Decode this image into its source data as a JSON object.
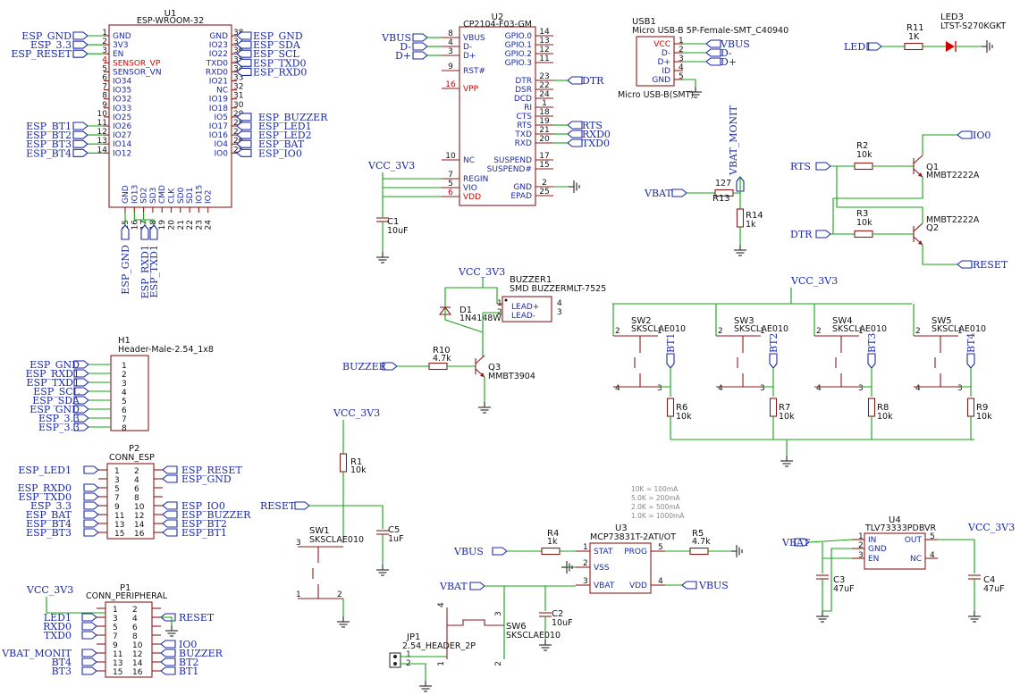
{
  "u1": {
    "ref": "U1",
    "name": "ESP-WROOM-32",
    "left_pins": [
      [
        "1",
        "GND"
      ],
      [
        "2",
        "3V3"
      ],
      [
        "3",
        "EN"
      ],
      [
        "4",
        "SENSOR_VP"
      ],
      [
        "5",
        "SENSOR_VN"
      ],
      [
        "6",
        "IO34"
      ],
      [
        "7",
        "IO35"
      ],
      [
        "8",
        "IO32"
      ],
      [
        "9",
        "IO33"
      ],
      [
        "10",
        "IO25"
      ],
      [
        "11",
        "IO26"
      ],
      [
        "12",
        "IO27"
      ],
      [
        "13",
        "IO14"
      ],
      [
        "14",
        "IO12"
      ]
    ],
    "right_pins": [
      [
        "38",
        "GND"
      ],
      [
        "37",
        "IO23"
      ],
      [
        "36",
        "IO22"
      ],
      [
        "35",
        "TXD0"
      ],
      [
        "34",
        "RXD0"
      ],
      [
        "33",
        "IO21"
      ],
      [
        "32",
        "NC"
      ],
      [
        "31",
        "IO19"
      ],
      [
        "30",
        "IO18"
      ],
      [
        "29",
        "IO5"
      ],
      [
        "28",
        "IO17"
      ],
      [
        "27",
        "IO16"
      ],
      [
        "26",
        "IO4"
      ],
      [
        "25",
        "IO0"
      ]
    ],
    "bottom_pins": [
      [
        "15",
        "GND"
      ],
      [
        "16",
        "IO13"
      ],
      [
        "17",
        "SD2"
      ],
      [
        "18",
        "SD3"
      ],
      [
        "19",
        "CMD"
      ],
      [
        "20",
        "CLK"
      ],
      [
        "21",
        "SD0"
      ],
      [
        "22",
        "SD1"
      ],
      [
        "23",
        "IO15"
      ],
      [
        "24",
        "IO2"
      ]
    ],
    "left_nets": [
      "ESP_GND",
      "ESP_3.3",
      "ESP_RESET"
    ],
    "bt_nets": [
      "ESP_BT1",
      "ESP_BT2",
      "ESP_BT3",
      "ESP_BT4"
    ],
    "right_nets": [
      "ESP_GND",
      "ESP_SDA",
      "ESP_SCL",
      "ESP_TXD0",
      "ESP_RXD0"
    ],
    "right_nets2": [
      "ESP_BUZZER",
      "ESP_LED1",
      "ESP_LED2",
      "ESP_BAT",
      "ESP_IO0"
    ],
    "bottom_nets": [
      "ESP_GND",
      "ESP_RXD1",
      "ESP_TXD1"
    ]
  },
  "u2": {
    "ref": "U2",
    "name": "CP2104-F03-GM",
    "left_pins": [
      [
        "8",
        "VBUS"
      ],
      [
        "4",
        "D-"
      ],
      [
        "3",
        "D+"
      ],
      [
        "9",
        "RST#"
      ],
      [
        "16",
        "VPP"
      ],
      [
        "10",
        "NC"
      ],
      [
        "7",
        "REGIN"
      ],
      [
        "5",
        "VIO"
      ],
      [
        "6",
        "VDD"
      ]
    ],
    "right_pins": [
      [
        "14",
        "GPIO.0"
      ],
      [
        "13",
        "GPIO.1"
      ],
      [
        "12",
        "GPIO.2"
      ],
      [
        "11",
        "GPIO.3"
      ],
      [
        "23",
        "DTR"
      ],
      [
        "22",
        "DSR"
      ],
      [
        "24",
        "DCD"
      ],
      [
        "1",
        "RI"
      ],
      [
        "18",
        "CTS"
      ],
      [
        "19",
        "RTS"
      ],
      [
        "21",
        "TXD"
      ],
      [
        "20",
        "RXD"
      ],
      [
        "17",
        "SUSPEND"
      ],
      [
        "15",
        "SUSPEND#"
      ],
      [
        "2",
        "GND"
      ],
      [
        "25",
        "EPAD"
      ]
    ],
    "in_nets": [
      "VBUS",
      "D-",
      "D+"
    ],
    "out_nets": [
      "DTR",
      "RTS",
      "RXD0",
      "TXD0"
    ]
  },
  "usb1": {
    "ref": "USB1",
    "name": "Micro USB-B 5P-Female-SMT_C40940",
    "foot": "Micro USB-B(SMT)",
    "pins": [
      [
        "1",
        "VCC"
      ],
      [
        "2",
        "D-"
      ],
      [
        "3",
        "D+"
      ],
      [
        "4",
        "ID"
      ],
      [
        "5",
        "GND"
      ]
    ],
    "nets": [
      "VBUS",
      "D-",
      "D+"
    ]
  },
  "led3": {
    "ref": "LED3",
    "name": "LTST-S270KGKT",
    "net": "LED1",
    "r_ref": "R11",
    "r_val": "1K"
  },
  "q1": {
    "ref": "Q1",
    "name": "MMBT2222A",
    "r_ref": "R2",
    "r_val": "10k",
    "in_net": "RTS",
    "out_net": "IO0"
  },
  "q2": {
    "ref": "Q2",
    "name": "MMBT2222A",
    "r_ref": "R3",
    "r_val": "10k",
    "in_net": "DTR",
    "out_net": "RESET"
  },
  "vbatmon": {
    "net": "VBAT_MONIT",
    "in_net": "VBAT",
    "r13": "R13",
    "r13v": "127",
    "r14": "R14",
    "r14v": "1k"
  },
  "c1": {
    "ref": "C1",
    "val": "10uF",
    "vcc": "VCC_3V3"
  },
  "buzzer": {
    "ref": "BUZZER1",
    "name": "SMD BUZZERMLT-7525",
    "p1": "LEAD+",
    "p2": "LEAD-",
    "n1": "1",
    "n2": "2",
    "n3": "3",
    "n4": "4",
    "vcc": "VCC_3V3",
    "d_ref": "D1",
    "d_val": "1N4148W",
    "r_ref": "R10",
    "r_val": "4.7k",
    "q_ref": "Q3",
    "q_val": "MMBT3904",
    "net": "BUZZER"
  },
  "switches": {
    "vcc": "VCC_3V3",
    "items": [
      {
        "sw": "SW2",
        "r": "R6",
        "bt": "BT1"
      },
      {
        "sw": "SW3",
        "r": "R7",
        "bt": "BT2"
      },
      {
        "sw": "SW4",
        "r": "R8",
        "bt": "BT3"
      },
      {
        "sw": "SW5",
        "r": "R9",
        "bt": "BT4"
      }
    ],
    "sw_val": "SKSCLAE010",
    "r_val": "10k",
    "p2": "2",
    "p1": "1",
    "p4": "4",
    "p3": "3"
  },
  "h1": {
    "ref": "H1",
    "name": "Header-Male-2.54_1x8",
    "nets": [
      "ESP_GND",
      "ESP_RXD1",
      "ESP_TXD1",
      "ESP_SCL",
      "ESP_SDA",
      "ESP_GND",
      "ESP_3.3",
      "ESP_3.3"
    ]
  },
  "p2": {
    "ref": "P2",
    "name": "CONN_ESP",
    "left": [
      "ESP_LED1",
      "",
      "ESP_RXD0",
      "ESP_TXD0",
      "ESP_3.3",
      "ESP_BAT",
      "ESP_BT4",
      "ESP_BT3"
    ],
    "right": [
      "ESP_RESET",
      "ESP_GND",
      "",
      "",
      "ESP_IO0",
      "ESP_BUZZER",
      "ESP_BT2",
      "ESP_BT1"
    ]
  },
  "p1": {
    "ref": "P1",
    "name": "CONN_PERIPHERAL",
    "vcc": "VCC_3V3",
    "left": [
      "",
      "LED1",
      "RXD0",
      "TXD0",
      "",
      "VBAT_MONIT",
      "BT4",
      "BT3"
    ],
    "right": [
      "",
      "RESET",
      "",
      "",
      "IO0",
      "BUZZER",
      "BT2",
      "BT1"
    ]
  },
  "reset": {
    "vcc": "VCC_3V3",
    "net": "RESET",
    "r_ref": "R1",
    "r_val": "10k",
    "c_ref": "C5",
    "c_val": "1uF",
    "sw_ref": "SW1",
    "sw_val": "SKSCLAE010",
    "p3": "3",
    "p1": "1",
    "p2": "2"
  },
  "u3": {
    "ref": "U3",
    "name": "MCP73831T-2ATI/OT",
    "pins": [
      [
        "1",
        "STAT"
      ],
      [
        "2",
        "VSS"
      ],
      [
        "3",
        "VBAT"
      ],
      [
        "5",
        "PROG"
      ],
      [
        "4",
        "VDD"
      ]
    ],
    "note": [
      "10K = 100mA",
      "5.0K = 200mA",
      "2.0K = 500mA",
      "1.0K = 1000mA"
    ],
    "r4": "R4",
    "r4v": "1k",
    "r5": "R5",
    "r5v": "4.7k",
    "c2": "C2",
    "c2v": "10uF",
    "vbus": "VBUS",
    "vbat": "VBAT",
    "vbus2": "VBUS",
    "jp": "JP1",
    "jpv": "2.54_HEADER_2P",
    "sw": "SW6",
    "swv": "SKSCLAE010",
    "p4": "4",
    "p3": "3",
    "p1": "1",
    "p2": "2",
    "j1": "1",
    "j2": "2"
  },
  "u4": {
    "ref": "U4",
    "name": "TLV73333PDBVR",
    "pins": [
      [
        "1",
        "IN"
      ],
      [
        "2",
        "GND"
      ],
      [
        "3",
        "EN"
      ],
      [
        "5",
        "OUT"
      ],
      [
        "4",
        "NC"
      ]
    ],
    "in_net": "VBAT",
    "vcc": "VCC_3V3",
    "c3": "C3",
    "c3v": "47uF",
    "c4": "C4",
    "c4v": "47uF"
  }
}
